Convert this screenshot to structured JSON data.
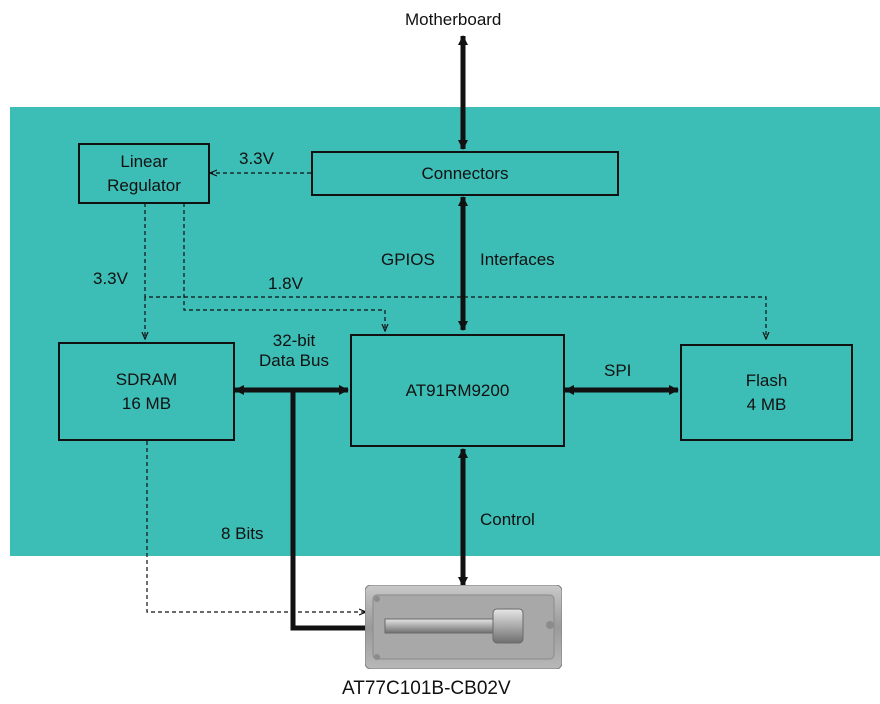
{
  "labels": {
    "motherboard": "Motherboard",
    "chip_part": "AT77C101B-CB02V",
    "v33_top": "3.3V",
    "gpios": "GPIOS",
    "interfaces": "Interfaces",
    "v33_left": "3.3V",
    "v18": "1.8V",
    "bus_line1": "32-bit",
    "bus_line2": "Data Bus",
    "spi": "SPI",
    "control": "Control",
    "eight_bits": "8 Bits"
  },
  "blocks": {
    "regulator": {
      "line1": "Linear",
      "line2": "Regulator"
    },
    "connectors": {
      "label": "Connectors"
    },
    "sdram": {
      "line1": "SDRAM",
      "line2": "16 MB"
    },
    "cpu": {
      "label": "AT91RM9200"
    },
    "flash": {
      "line1": "Flash",
      "line2": "4 MB"
    }
  },
  "colors": {
    "board": "#3cbdb5",
    "line": "#111111"
  }
}
